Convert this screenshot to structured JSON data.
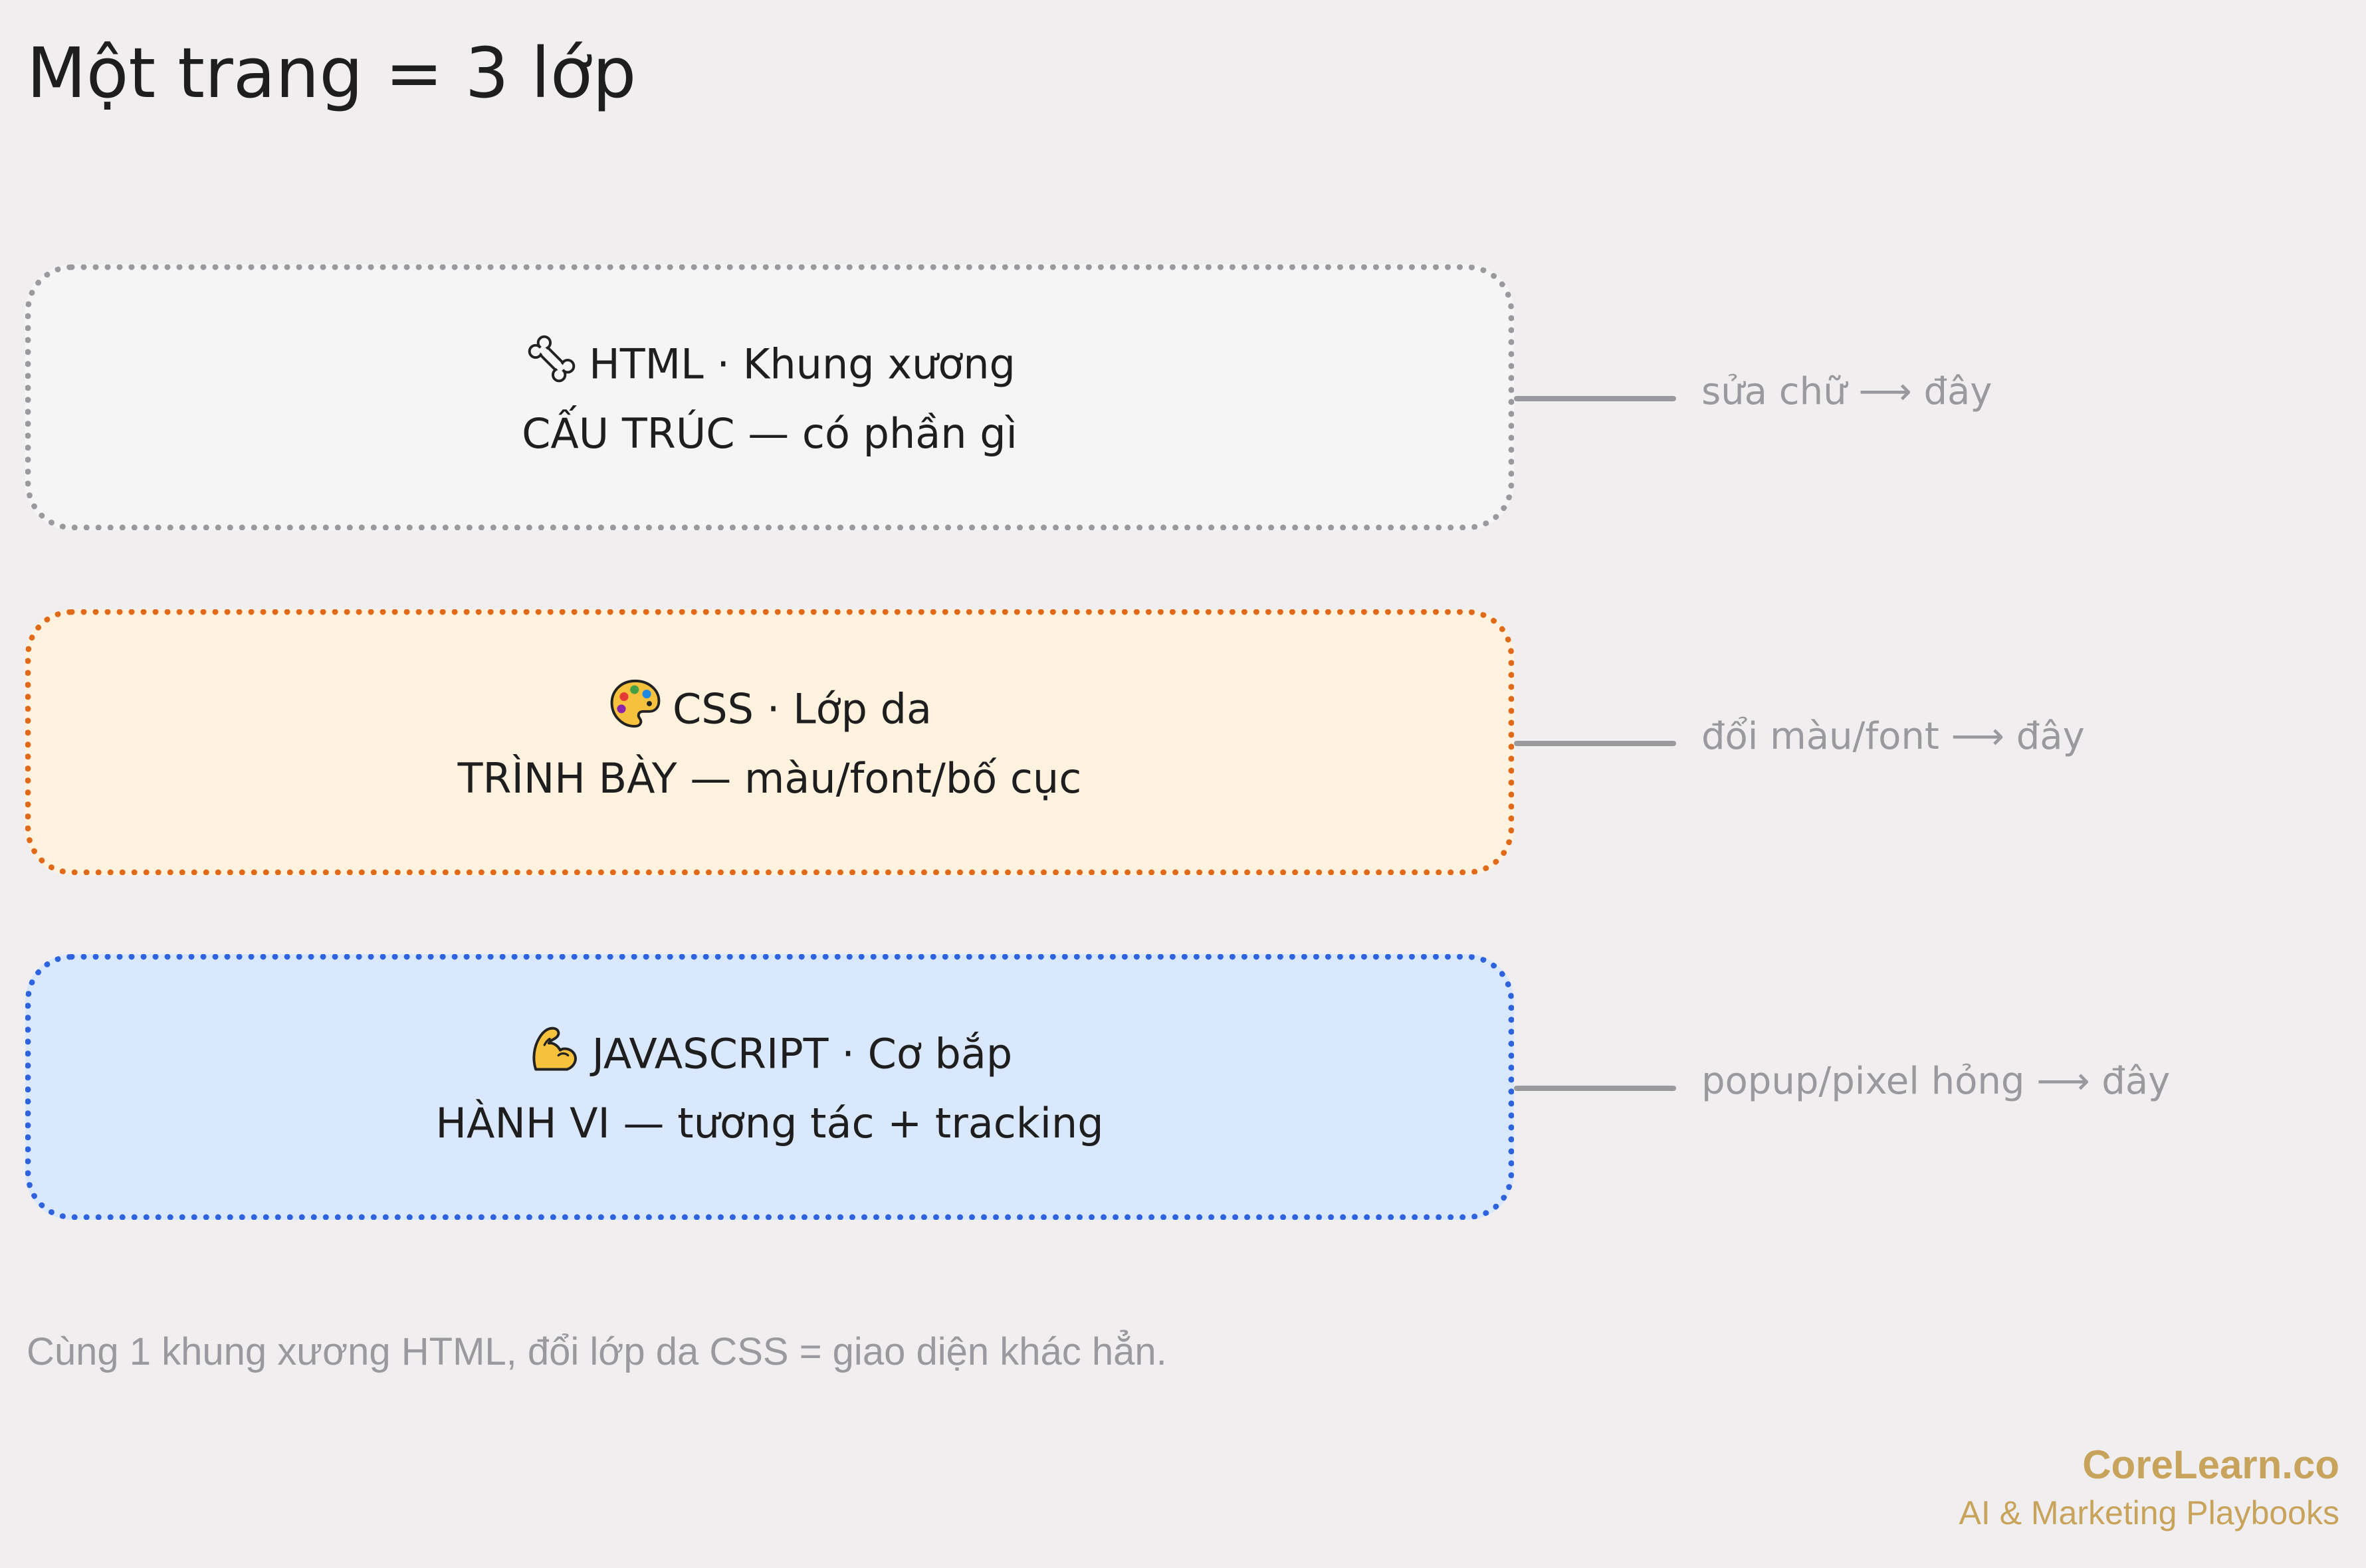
{
  "title": "Một trang = 3 lớp",
  "colors": {
    "background": "#f0eeee",
    "html_border": "#9a9a9e",
    "html_fill": "#f6f5f5",
    "css_border": "#e06a1a",
    "css_fill": "#fff3e0",
    "js_border": "#2f62dd",
    "js_fill": "#d9e8fc",
    "note_text": "#9a9a9e",
    "brand": "#c8a35c"
  },
  "layers": [
    {
      "icon": "bone-icon",
      "heading": "HTML · Khung xương",
      "description": "CẤU TRÚC — có phần gì",
      "note": "sửa chữ ⟶ đây"
    },
    {
      "icon": "palette-icon",
      "heading": "CSS · Lớp da",
      "description": "TRÌNH BÀY — màu/font/bố cục",
      "note": "đổi màu/font ⟶ đây"
    },
    {
      "icon": "flexed-biceps-icon",
      "heading": "JAVASCRIPT · Cơ bắp",
      "description": "HÀNH VI — tương tác + tracking",
      "note": "popup/pixel hỏng ⟶ đây"
    }
  ],
  "caption": "Cùng 1 khung xương HTML, đổi lớp da CSS = giao diện khác hẳn.",
  "brand": {
    "name": "CoreLearn.co",
    "tagline": "AI & Marketing Playbooks"
  }
}
